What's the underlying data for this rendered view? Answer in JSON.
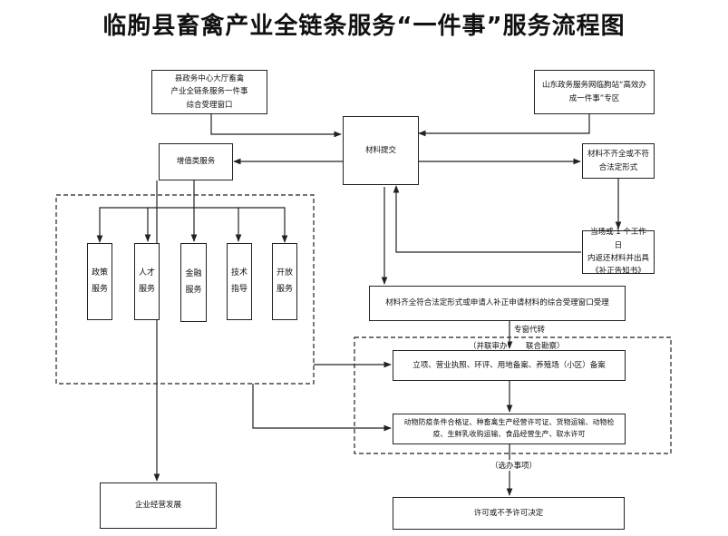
{
  "title": "临朐县畜禽产业全链条服务“一件事”服务流程图",
  "boxes": {
    "county_hall": "县政务中心大厅畜禽\n产业全链条服务一件事\n综合受理窗口",
    "shandong_portal": "山东政务服务网临朐站“高效办\n成一件事”专区",
    "material_submit": "材料提交",
    "value_added": "增值类服务",
    "incomplete": "材料不齐全或不符\n合法定形式",
    "notify": "当场或 1 个工作日\n内返还材料并出具\n《补正告知书》",
    "complete": "材料齐全符合法定形式或申请人补正申请材料的综合受理窗口受理",
    "step1": "立项、营业执照、环评、用地备案、养殖场（小区）备案",
    "step2": "动物防疫条件合格证、种畜禽生产经营许可证、货物运输、动物检\n疫、生鲜乳收购运输、食品经营生产、取水许可",
    "enterprise": "企业经营发展",
    "decision": "许可或不予许可决定"
  },
  "services": [
    "政策\n服务",
    "人才\n服务",
    "金融\n服务",
    "技术\n指导",
    "开放\n服务"
  ],
  "labels": {
    "agency": "专窗代转",
    "parallel": "（并联审办",
    "joint": "联合勘察）",
    "optional": "（选办事项）"
  }
}
